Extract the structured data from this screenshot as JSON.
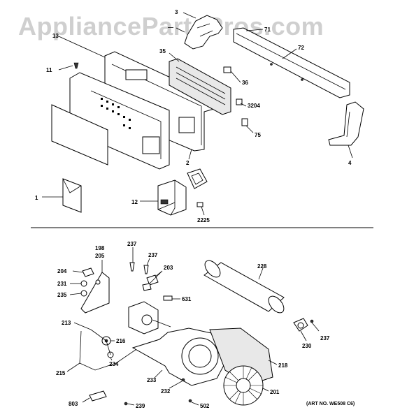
{
  "watermark": "AppliancePartsPros.com",
  "art_note": "(ART NO. WE508 C6)",
  "callouts": {
    "c1": "1",
    "c2": "2",
    "c3": "3",
    "c4": "4",
    "c11": "11",
    "c12": "12",
    "c13": "13",
    "c35": "35",
    "c36": "36",
    "c72": "72",
    "c75": "75",
    "c3204": "3204",
    "c2225": "2225",
    "c198": "198",
    "c205": "205",
    "c204": "204",
    "c231": "231",
    "c235": "235",
    "c237a": "237",
    "c237b": "237",
    "c237c": "237",
    "c203": "203",
    "c631": "631",
    "c228": "228",
    "c230": "230",
    "c213": "213",
    "c215": "215",
    "c216": "216",
    "c234": "234",
    "c233": "233",
    "c232": "232",
    "c218": "218",
    "c201": "201",
    "c502": "502",
    "c803": "803",
    "c239": "239",
    "c71": "71"
  }
}
